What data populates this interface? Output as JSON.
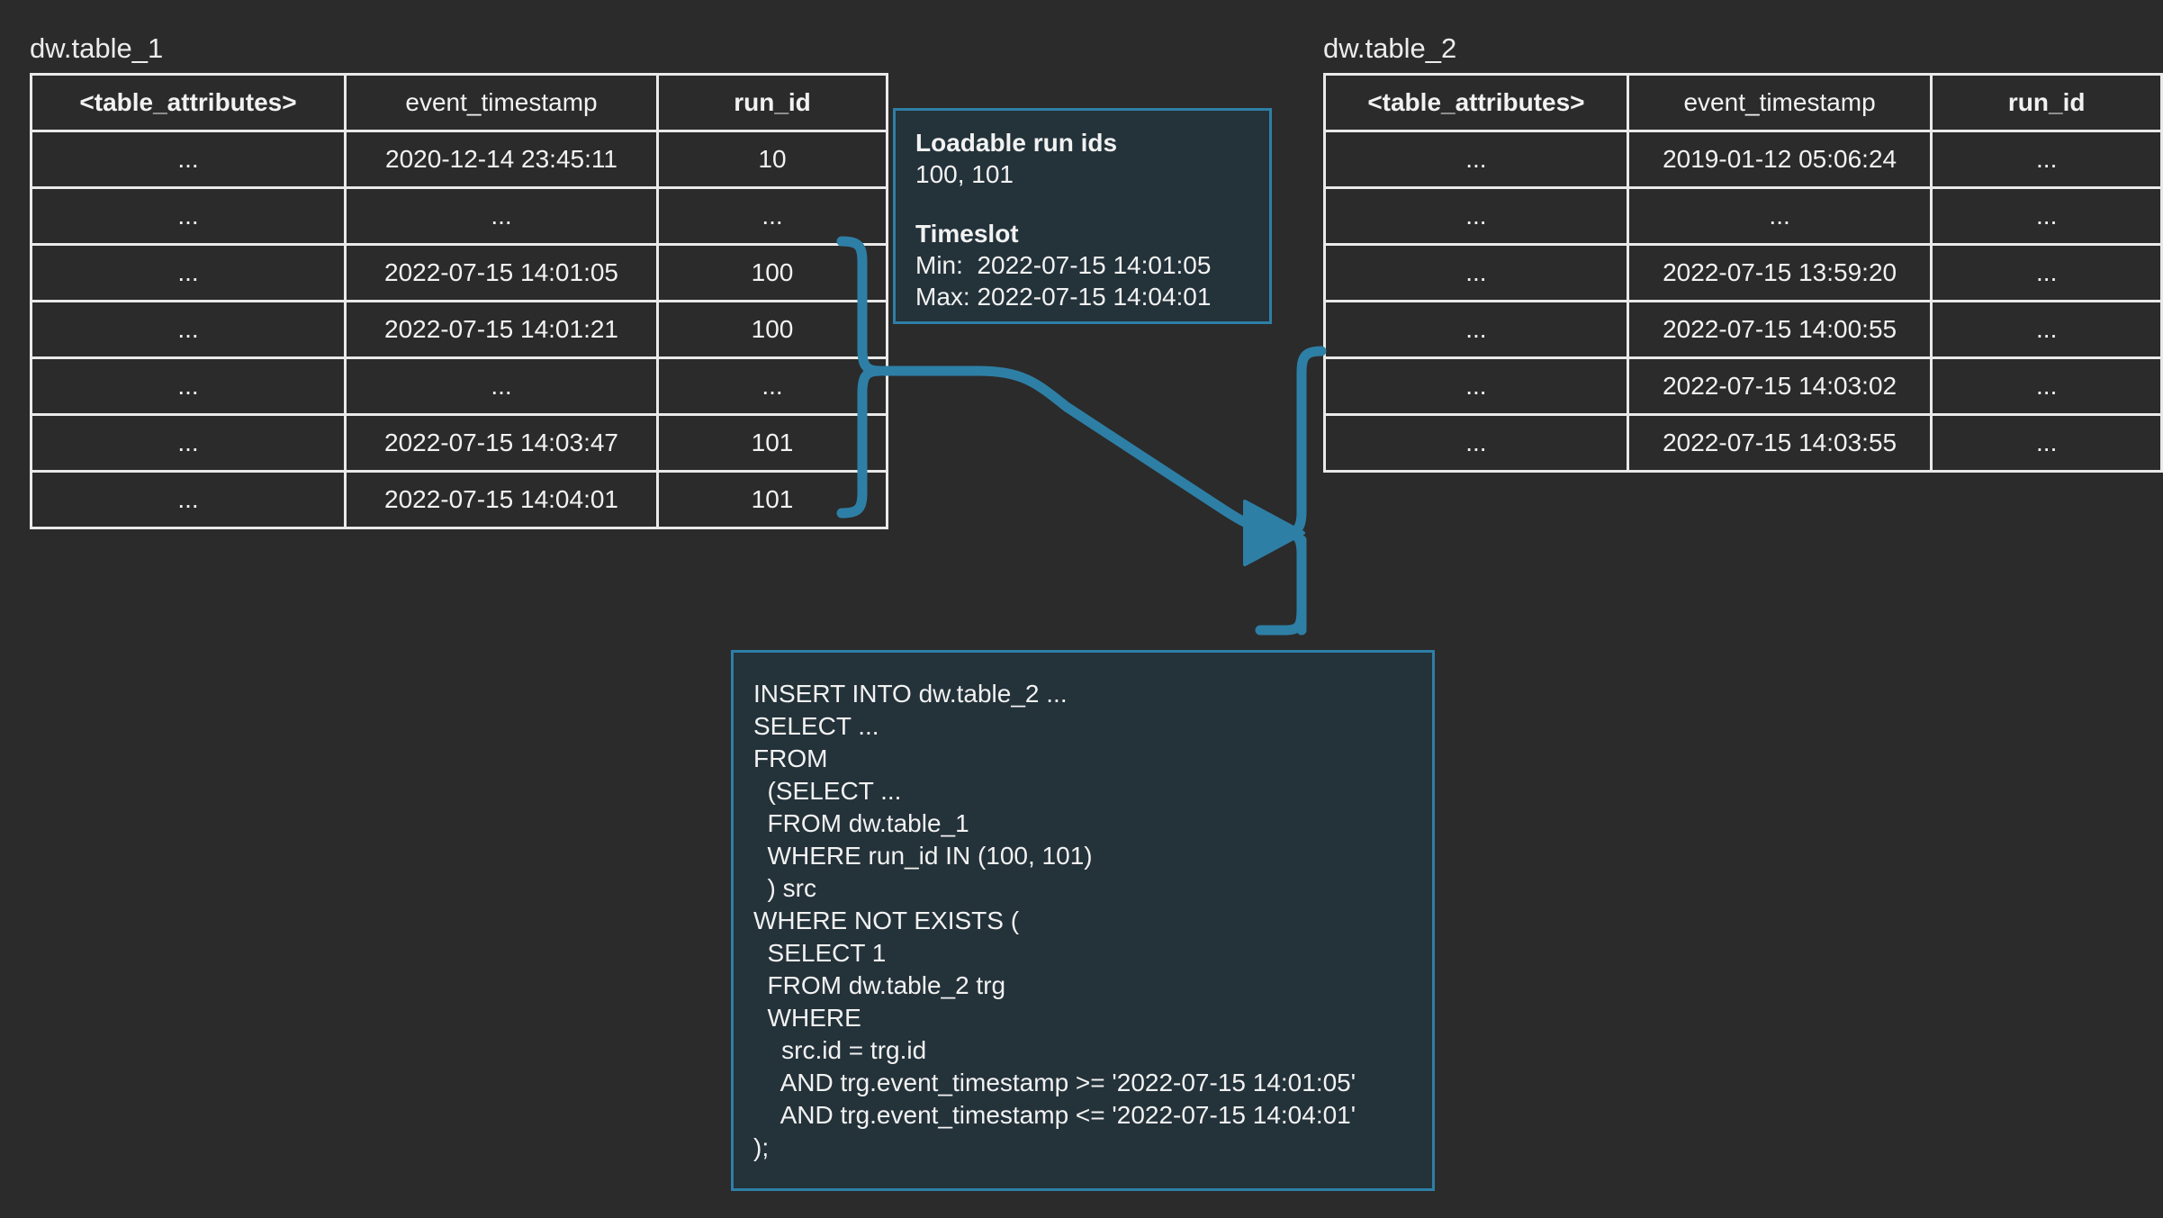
{
  "theme": {
    "page_background": "#2b2b2b",
    "table_border": "#e9e9e9",
    "text": "#f2f2f2",
    "accent": "#2e7fa6",
    "panel_background": "#24323a"
  },
  "tables": [
    {
      "caption": "dw.table_1",
      "columns": [
        {
          "label": "<table_attributes>",
          "bold": true
        },
        {
          "label": "event_timestamp",
          "bold": false
        },
        {
          "label": "run_id",
          "bold": true
        }
      ],
      "rows": [
        [
          "...",
          "2020-12-14 23:45:11",
          "10"
        ],
        [
          "...",
          "...",
          "..."
        ],
        [
          "...",
          "2022-07-15 14:01:05",
          "100"
        ],
        [
          "...",
          "2022-07-15 14:01:21",
          "100"
        ],
        [
          "...",
          "...",
          "..."
        ],
        [
          "...",
          "2022-07-15 14:03:47",
          "101"
        ],
        [
          "...",
          "2022-07-15 14:04:01",
          "101"
        ]
      ]
    },
    {
      "caption": "dw.table_2",
      "columns": [
        {
          "label": "<table_attributes>",
          "bold": true
        },
        {
          "label": "event_timestamp",
          "bold": false
        },
        {
          "label": "run_id",
          "bold": true
        }
      ],
      "rows": [
        [
          "...",
          "2019-01-12 05:06:24",
          "..."
        ],
        [
          "...",
          "...",
          "..."
        ],
        [
          "...",
          "2022-07-15 13:59:20",
          "..."
        ],
        [
          "...",
          "2022-07-15 14:00:55",
          "..."
        ],
        [
          "...",
          "2022-07-15 14:03:02",
          "..."
        ],
        [
          "...",
          "2022-07-15 14:03:55",
          "..."
        ]
      ]
    }
  ],
  "info_box": {
    "lines": [
      {
        "text": "Loadable run ids",
        "bold": true
      },
      {
        "text": "100, 101",
        "bold": false
      },
      {
        "text": "",
        "bold": false
      },
      {
        "text": "Timeslot",
        "bold": true
      },
      {
        "text": "Min:  2022-07-15 14:01:05",
        "bold": false
      },
      {
        "text": "Max: 2022-07-15 14:04:01",
        "bold": false
      }
    ]
  },
  "sql_box": {
    "lines": [
      "INSERT INTO dw.table_2 ...",
      "SELECT ...",
      "FROM",
      "  (SELECT ...",
      "  FROM dw.table_1",
      "  WHERE run_id IN (100, 101)",
      "  ) src",
      "WHERE NOT EXISTS (",
      "  SELECT 1",
      "  FROM dw.table_2 trg",
      "  WHERE",
      "    src.id = trg.id",
      "    AND trg.event_timestamp >= '2022-07-15 14:01:05'",
      "    AND trg.event_timestamp <= '2022-07-15 14:04:01'",
      ");"
    ]
  },
  "connectors": [
    {
      "name": "source-rows-bracket",
      "from": "dw.table_1 selected rows",
      "to": "flow-line"
    },
    {
      "name": "flow-arrow",
      "from": "dw.table_1",
      "to": "dw.table_2"
    },
    {
      "name": "target-rows-bracket",
      "from": "dw.table_2 matching rows",
      "to": "sql-statement"
    }
  ]
}
